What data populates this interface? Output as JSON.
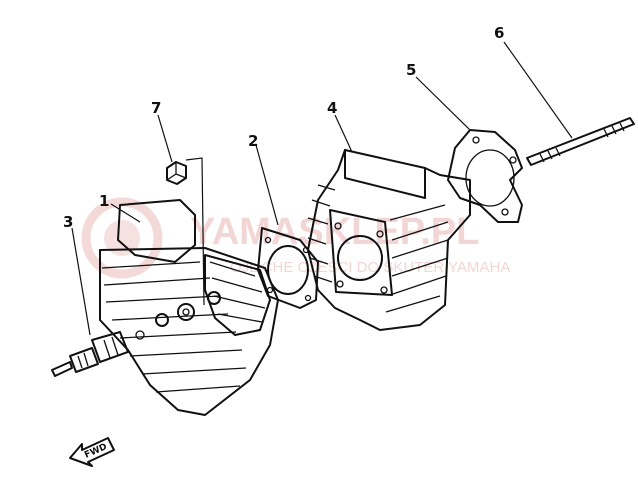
{
  "diagram": {
    "watermark": {
      "brand": "YAMASKLEP.PL",
      "tagline": "OJLICHE CZESCI DO SKUTER YAMAHA"
    },
    "parts": [
      {
        "number": "1"
      },
      {
        "number": "2"
      },
      {
        "number": "3"
      },
      {
        "number": "4"
      },
      {
        "number": "5"
      },
      {
        "number": "6"
      },
      {
        "number": "7"
      }
    ],
    "direction_marker": {
      "text": "FWD"
    }
  }
}
